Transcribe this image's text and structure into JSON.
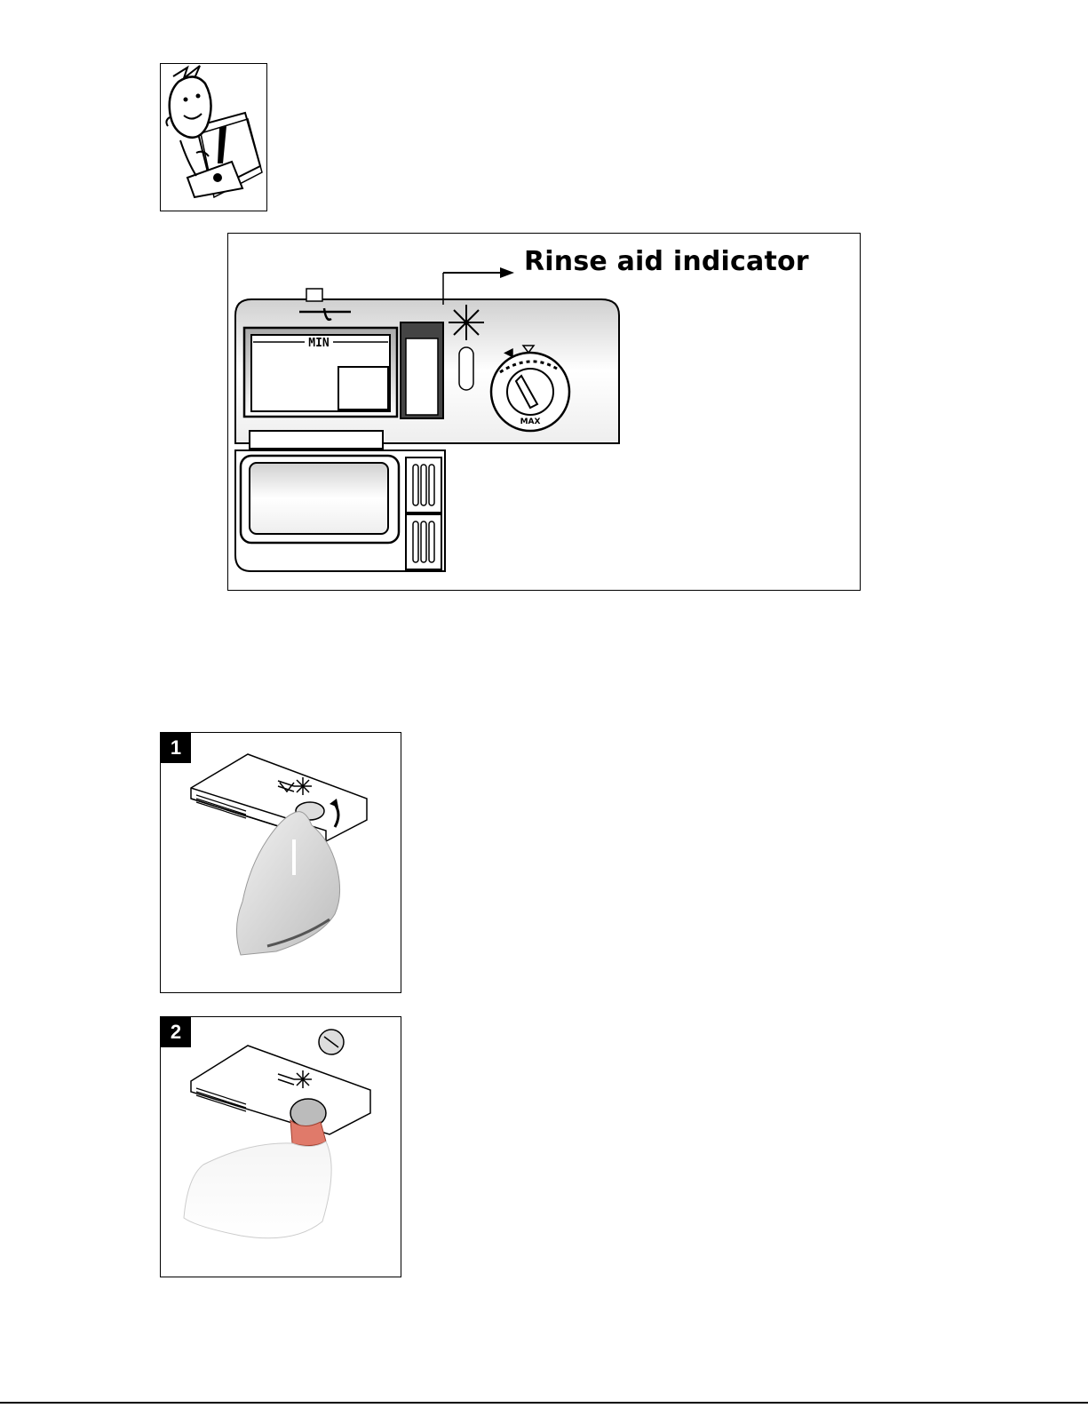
{
  "figure": {
    "callout": "Rinse aid indicator",
    "compartment_marking": "MIN",
    "dial_marking": "MAX"
  },
  "steps": [
    {
      "number": "1"
    },
    {
      "number": "2"
    }
  ]
}
